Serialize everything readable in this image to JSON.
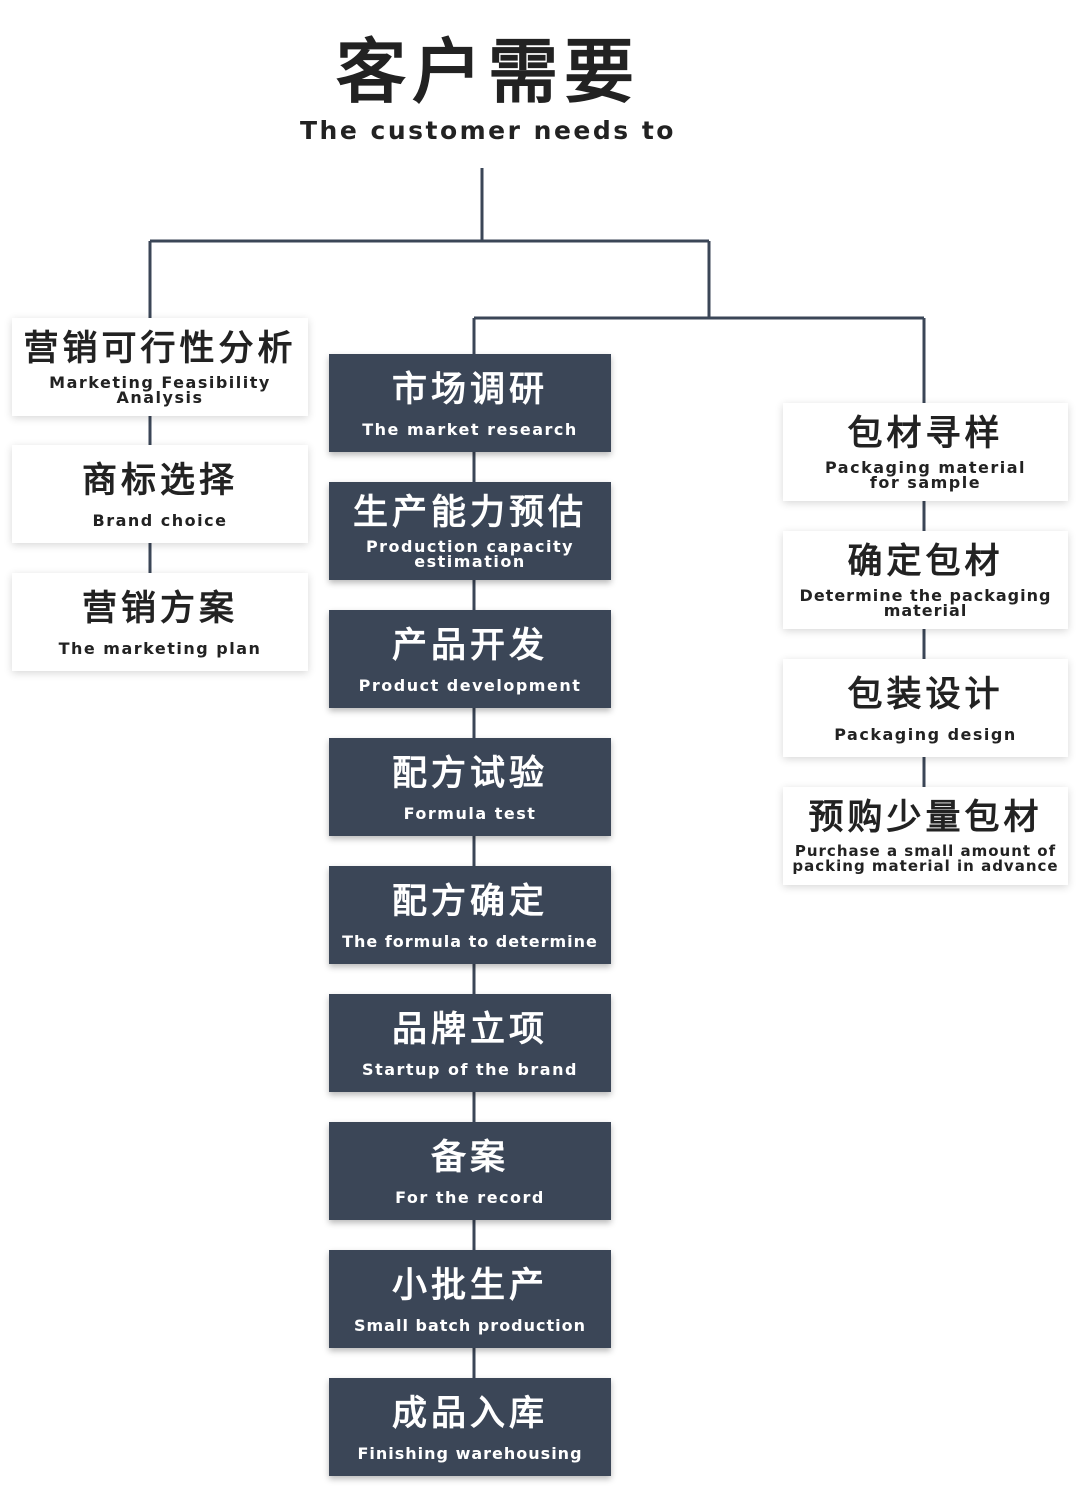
{
  "header": {
    "cn": "客户需要",
    "en": "The customer needs to"
  },
  "left": [
    {
      "cn": "营销可行性分析",
      "en": "Marketing Feasibility Analysis"
    },
    {
      "cn": "商标选择",
      "en": "Brand choice"
    },
    {
      "cn": "营销方案",
      "en": "The marketing plan"
    }
  ],
  "middle": [
    {
      "cn": "市场调研",
      "en": "The market research"
    },
    {
      "cn": "生产能力预估",
      "en": "Production capacity estimation"
    },
    {
      "cn": "产品开发",
      "en": "Product development"
    },
    {
      "cn": "配方试验",
      "en": "Formula test"
    },
    {
      "cn": "配方确定",
      "en": "The formula to determine"
    },
    {
      "cn": "品牌立项",
      "en": "Startup of the brand"
    },
    {
      "cn": "备案",
      "en": "For the record"
    },
    {
      "cn": "小批生产",
      "en": "Small batch production"
    },
    {
      "cn": "成品入库",
      "en": "Finishing warehousing"
    }
  ],
  "right": [
    {
      "cn": "包材寻样",
      "en": "Packaging material for sample"
    },
    {
      "cn": "确定包材",
      "en": "Determine the packaging material"
    },
    {
      "cn": "包装设计",
      "en": "Packaging design"
    },
    {
      "cn": "预购少量包材",
      "en": "Purchase a small amount of packing material in advance"
    }
  ],
  "colors": {
    "dark_box": "#3b4657",
    "line": "#3b4657",
    "light_box": "#ffffff"
  }
}
